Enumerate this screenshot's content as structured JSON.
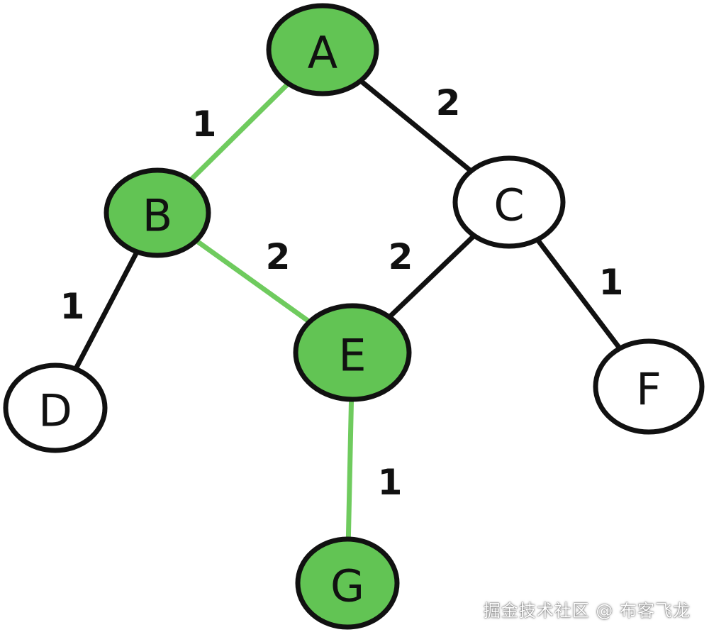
{
  "colors": {
    "highlight": "#62c454",
    "highlight_edge": "#6fcb5e",
    "plain_fill": "#ffffff",
    "outline": "#111111"
  },
  "nodes": [
    {
      "id": "A",
      "label": "A",
      "highlighted": true
    },
    {
      "id": "B",
      "label": "B",
      "highlighted": true
    },
    {
      "id": "C",
      "label": "C",
      "highlighted": false
    },
    {
      "id": "D",
      "label": "D",
      "highlighted": false
    },
    {
      "id": "E",
      "label": "E",
      "highlighted": true
    },
    {
      "id": "F",
      "label": "F",
      "highlighted": false
    },
    {
      "id": "G",
      "label": "G",
      "highlighted": true
    }
  ],
  "edges": [
    {
      "from": "A",
      "to": "B",
      "weight": "1",
      "highlighted": true
    },
    {
      "from": "A",
      "to": "C",
      "weight": "2",
      "highlighted": false
    },
    {
      "from": "B",
      "to": "D",
      "weight": "1",
      "highlighted": false
    },
    {
      "from": "B",
      "to": "E",
      "weight": "2",
      "highlighted": true
    },
    {
      "from": "C",
      "to": "E",
      "weight": "2",
      "highlighted": false
    },
    {
      "from": "C",
      "to": "F",
      "weight": "1",
      "highlighted": false
    },
    {
      "from": "E",
      "to": "G",
      "weight": "1",
      "highlighted": true
    }
  ],
  "watermark": "掘金技术社区 @ 布客飞龙"
}
